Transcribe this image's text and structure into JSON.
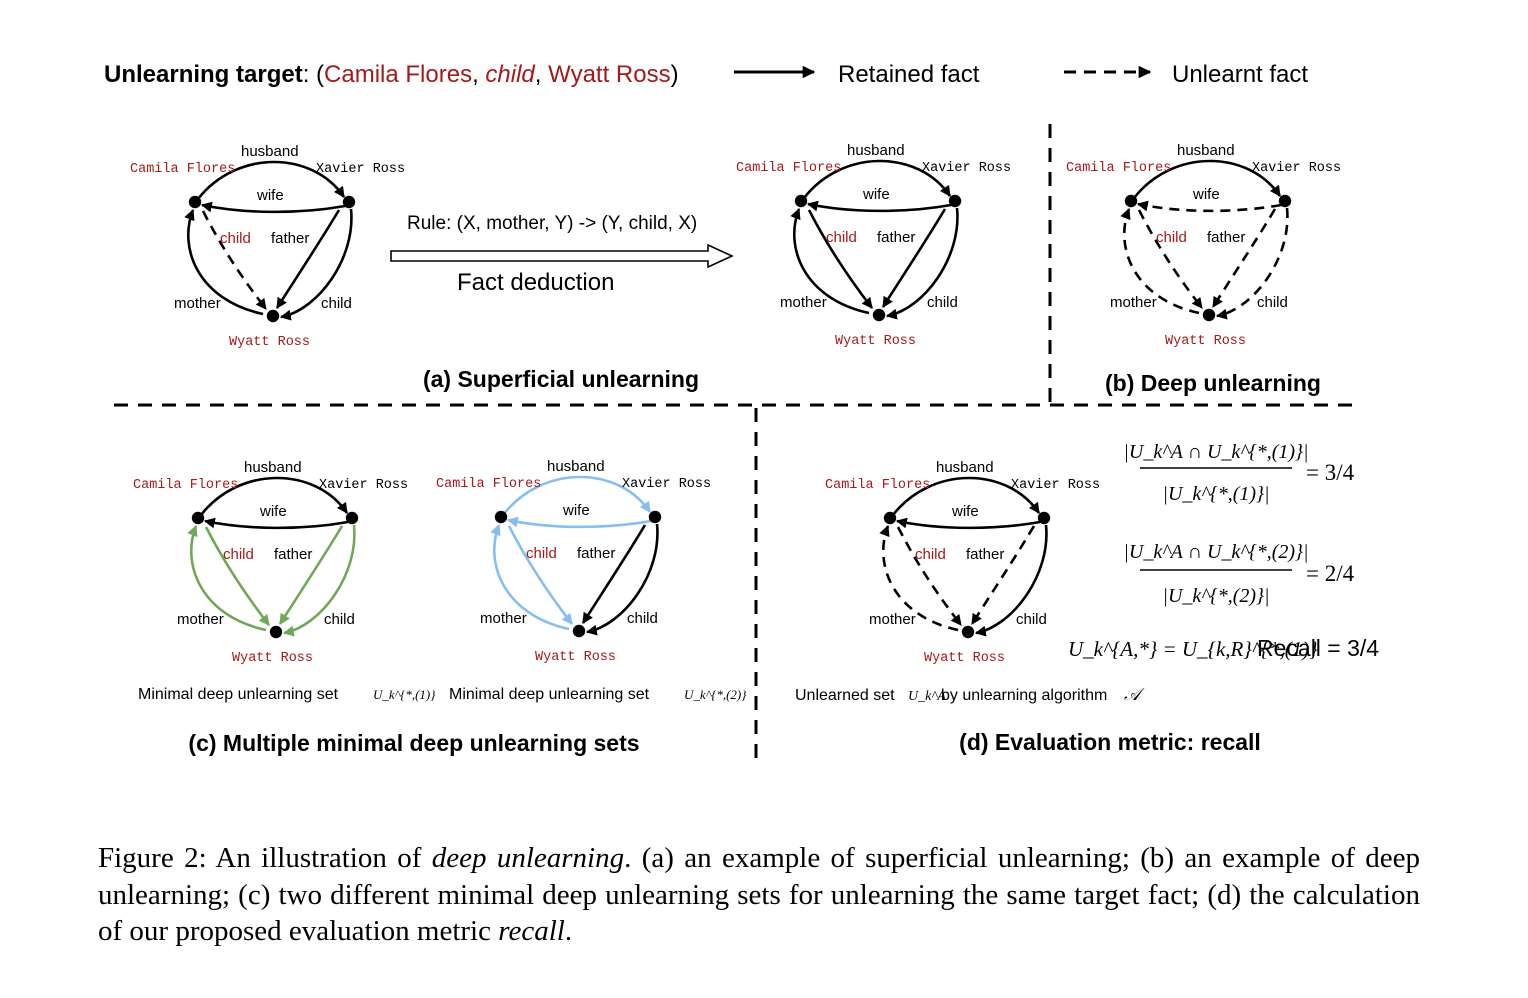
{
  "legend": {
    "target_label": "Unlearning target",
    "target_open": "(",
    "target_subject": "Camila Flores",
    "target_relation": "child",
    "target_object": "Wyatt Ross",
    "target_close": ")",
    "retained": "Retained fact",
    "unlearnt": "Unlearnt fact"
  },
  "nodes": {
    "camila": "Camila Flores",
    "xavier": "Xavier Ross",
    "wyatt": "Wyatt Ross"
  },
  "relations": {
    "husband": "husband",
    "wife": "wife",
    "child_red": "child",
    "father": "father",
    "mother": "mother",
    "child": "child"
  },
  "rule": {
    "text": "Rule: (X, mother, Y) -> (Y, child, X)",
    "deduction": "Fact deduction"
  },
  "panels": {
    "a": "(a) Superficial unlearning",
    "b": "(b) Deep unlearning",
    "c": "(c) Multiple minimal deep unlearning sets",
    "d": "(d) Evaluation metric: recall"
  },
  "subcaptions": {
    "c1_text": "Minimal deep unlearning set",
    "c1_math": "U_k^{*,(1)}",
    "c2_text": "Minimal deep unlearning set",
    "c2_math": "U_k^{*,(2)}",
    "d_text1": "Unlearned set",
    "d_math": "U_k^A",
    "d_text2": "by unlearning algorithm",
    "d_alg": "𝒜"
  },
  "metrics": {
    "frac1_num": "|U_k^A ∩ U_k^{*,(1)}|",
    "frac1_den": "|U_k^{*,(1)}|",
    "frac1_val": "= 3/4",
    "frac2_num": "|U_k^A ∩ U_k^{*,(2)}|",
    "frac2_den": "|U_k^{*,(2)}|",
    "frac2_val": "= 2/4",
    "equation": "U_k^{A,*} = U_{k,R}^{*,(1)}",
    "recall": "Recall = 3/4"
  },
  "caption": {
    "p1": "Figure 2:  An illustration of ",
    "p1_i": "deep unlearning",
    "p2": ".  (a) an example of superficial unlearning; (b) an example of deep unlearning; (c) two different minimal deep unlearning sets for unlearning the same target fact; (d) the calculation of our proposed evaluation metric ",
    "p2_i": "recall",
    "p3": "."
  },
  "colors": {
    "red": "#a31a1a",
    "green": "#6fa857",
    "blue": "#86bdf2",
    "black": "#000000"
  },
  "icons": [
    "arrow-head-icon"
  ]
}
